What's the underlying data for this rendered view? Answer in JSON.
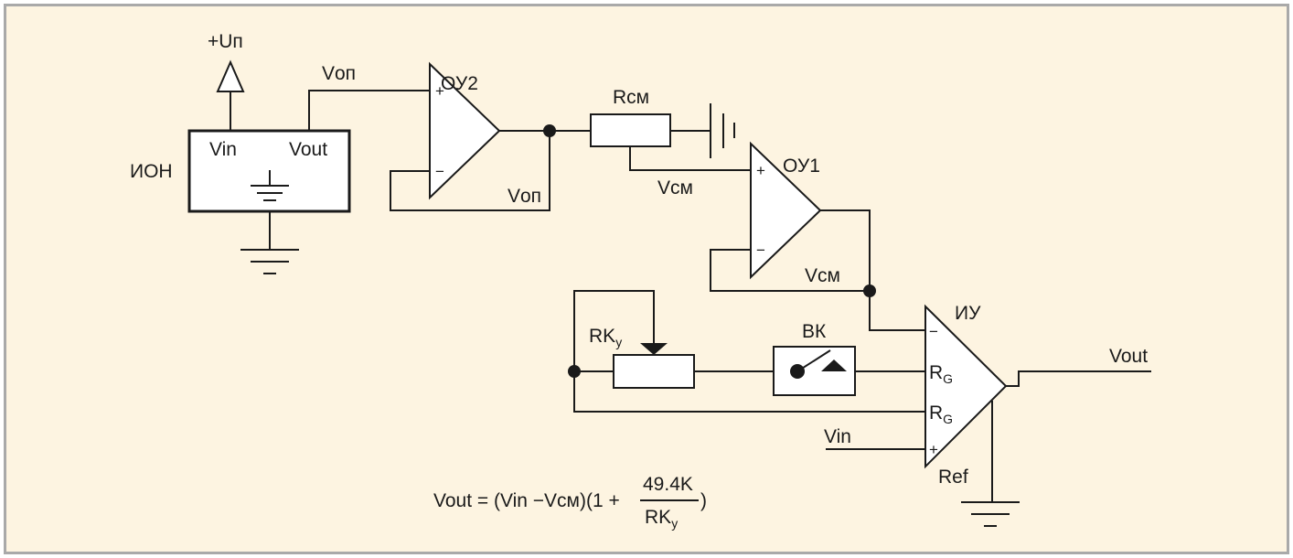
{
  "labels": {
    "supply": "+Uп",
    "ref_source": "ИОН",
    "ion_vin": "Vin",
    "ion_vout": "Vout",
    "vop_top": "Vоп",
    "vop_fb": "Vоп",
    "op2": "ОУ2",
    "op1": "ОУ1",
    "rcm": "Rсм",
    "vcm_mid": "Vсм",
    "vcm_fb": "Vсм",
    "amp": "ИУ",
    "rky": "RK",
    "rky_sub": "y",
    "bk": "ВК",
    "rg": "R",
    "rg_sub": "G",
    "vin": "Vin",
    "vout": "Vout",
    "ref": "Ref",
    "plus": "+",
    "minus": "−"
  },
  "formula": {
    "left": "Vout = (Vin −Vcм)(1 +",
    "numerator": "49.4K",
    "denominator": "RK",
    "denominator_sub": "y",
    "right": ")"
  }
}
